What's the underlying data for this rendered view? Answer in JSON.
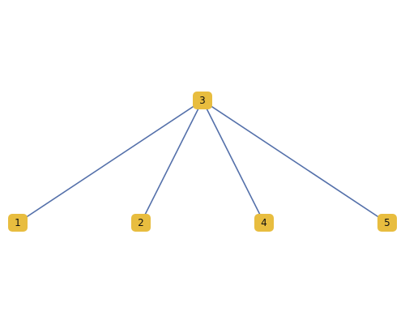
{
  "diagram": {
    "type": "tree",
    "colors": {
      "node_fill": "#e8bd3f",
      "edge": "#5470aa",
      "label": "#111111"
    },
    "root": "3",
    "nodes": [
      {
        "id": "n1",
        "label": "1"
      },
      {
        "id": "n2",
        "label": "2"
      },
      {
        "id": "n3",
        "label": "3"
      },
      {
        "id": "n4",
        "label": "4"
      },
      {
        "id": "n5",
        "label": "5"
      }
    ],
    "edges": [
      {
        "from": "3",
        "to": "1"
      },
      {
        "from": "3",
        "to": "2"
      },
      {
        "from": "3",
        "to": "4"
      },
      {
        "from": "3",
        "to": "5"
      }
    ]
  }
}
